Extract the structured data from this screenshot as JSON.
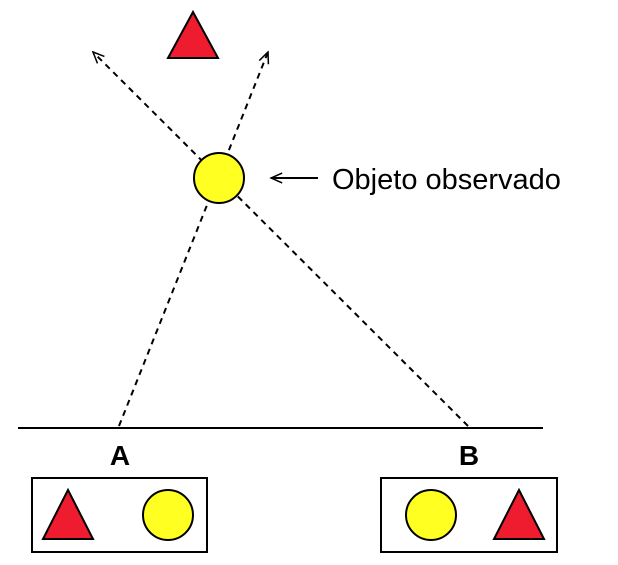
{
  "annotation": {
    "text": "Objeto observado"
  },
  "points": {
    "a": "A",
    "b": "B"
  },
  "colors": {
    "triangle": "#ee1c2e",
    "circle": "#ffff22",
    "stroke": "#000000",
    "background": "#ffffff"
  },
  "icons": {
    "far_object": "red-triangle",
    "observed_object": "yellow-circle"
  },
  "views": {
    "a": [
      "red-triangle",
      "yellow-circle"
    ],
    "b": [
      "yellow-circle",
      "red-triangle"
    ]
  }
}
